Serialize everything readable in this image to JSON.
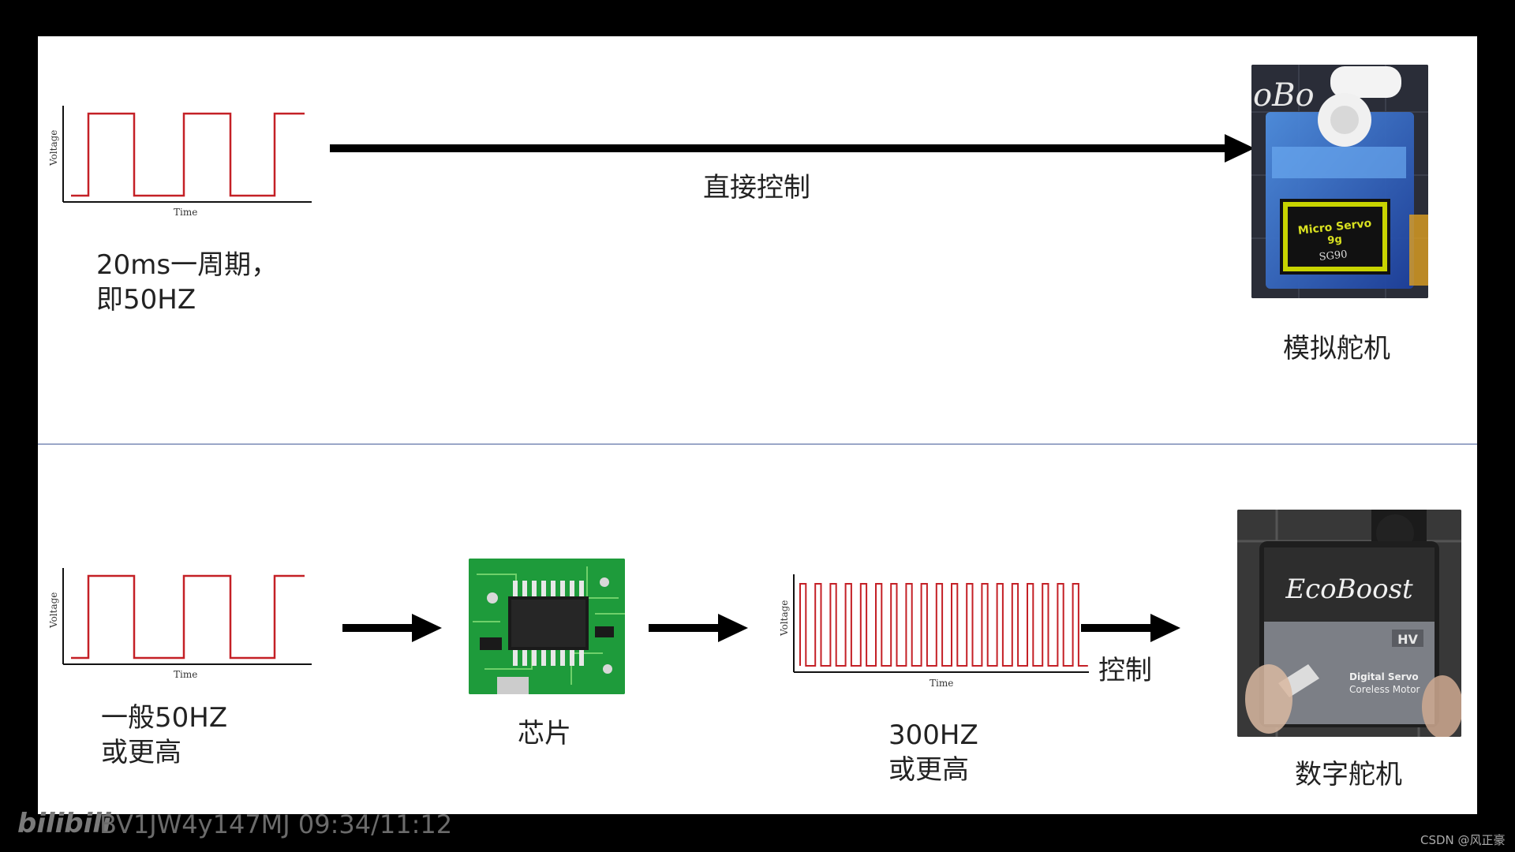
{
  "top_row": {
    "waveform_axis": {
      "ylabel": "Voltage",
      "xlabel": "Time"
    },
    "caption_line1": "20ms一周期，",
    "caption_line2": "即50HZ",
    "arrow_label": "直接控制",
    "servo_caption": "模拟舵机",
    "servo_label_line1": "Micro Servo",
    "servo_label_line2": "9g",
    "servo_label_line3": "SG90",
    "servo_brand_partial": "oBo"
  },
  "bottom_row": {
    "waveform_axis": {
      "ylabel": "Voltage",
      "xlabel": "Time"
    },
    "caption_line1": "一般50HZ",
    "caption_line2": "或更高",
    "chip_caption": "芯片",
    "fast_waveform_axis": {
      "ylabel": "Voltage",
      "xlabel": "Time"
    },
    "fast_caption_line1": "300HZ",
    "fast_caption_line2": "或更高",
    "control_label": "控制",
    "servo_caption": "数字舵机",
    "servo_brand": "EcoBoost",
    "servo_badge": "HV",
    "servo_line1": "Digital Servo",
    "servo_line2": "Coreless Motor"
  },
  "overlay": {
    "watermark": "BV1JW4y147MJ 09:34/11:12",
    "logo": "bilibili",
    "csdn": "CSDN @风正豪"
  },
  "colors": {
    "waveform": "#c42026",
    "divider": "#9aa7c7",
    "arrow": "#000000"
  }
}
